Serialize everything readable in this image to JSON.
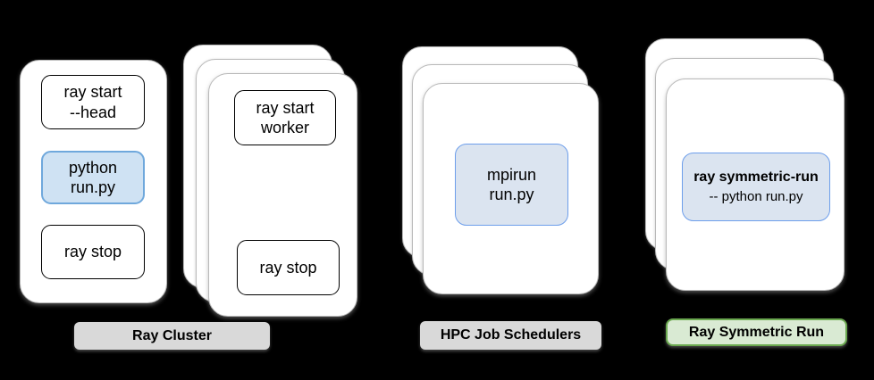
{
  "colors": {
    "background": "#000000",
    "card_fill": "#ffffff",
    "card_border": "#b9b9b9",
    "command_box_border": "#000000",
    "highlight_fill_head": "#cfe2f3",
    "highlight_border_head": "#6fa8dc",
    "highlight_fill_right": "#dbe4f0",
    "highlight_border_right": "#6d9eeb",
    "gray_label_fill": "#d9d9d9",
    "green_label_fill": "#d9ead3",
    "green_label_border": "#6aa84f"
  },
  "ray_cluster": {
    "label": "Ray Cluster",
    "head_card": {
      "boxes": [
        {
          "line1": "ray start",
          "line2": "--head"
        },
        {
          "line1": "python",
          "line2": "run.py"
        },
        {
          "line1": "ray stop"
        }
      ]
    },
    "worker_stack": {
      "boxes": [
        {
          "line1": "ray start",
          "line2": "worker"
        },
        {
          "line1": "ray stop"
        }
      ]
    }
  },
  "hpc": {
    "label": "HPC Job Schedulers",
    "box": {
      "line1": "mpirun",
      "line2": "run.py"
    }
  },
  "symmetric": {
    "label": "Ray Symmetric Run",
    "box": {
      "line1": "ray symmetric-run",
      "line2": "-- python run.py"
    }
  }
}
